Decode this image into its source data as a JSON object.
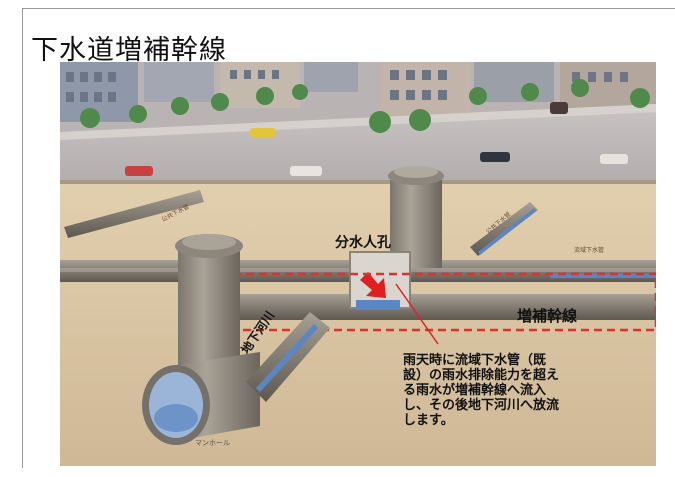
{
  "slide": {
    "title": "下水道増補幹線"
  },
  "labels": {
    "branch_manhole": "分水人孔",
    "trunk_line": "増補幹線",
    "underground_river": "地下河川",
    "manhole": "マンホール",
    "public_sewer_left": "公共下水管",
    "public_sewer_right": "公共下水管",
    "basin_sewer": "流域下水管"
  },
  "explanation": {
    "lines": [
      "雨天時に流域下水管（既",
      "設）の雨水排除能力を超え",
      "る雨水が増補幹線へ流入",
      "し、その後地下河川へ放流",
      "します。"
    ]
  },
  "colors": {
    "highlight_dashed": "#e03030",
    "arrow": "#e02020",
    "soil": "#d8c3a0",
    "pipe": "#8c8478"
  }
}
